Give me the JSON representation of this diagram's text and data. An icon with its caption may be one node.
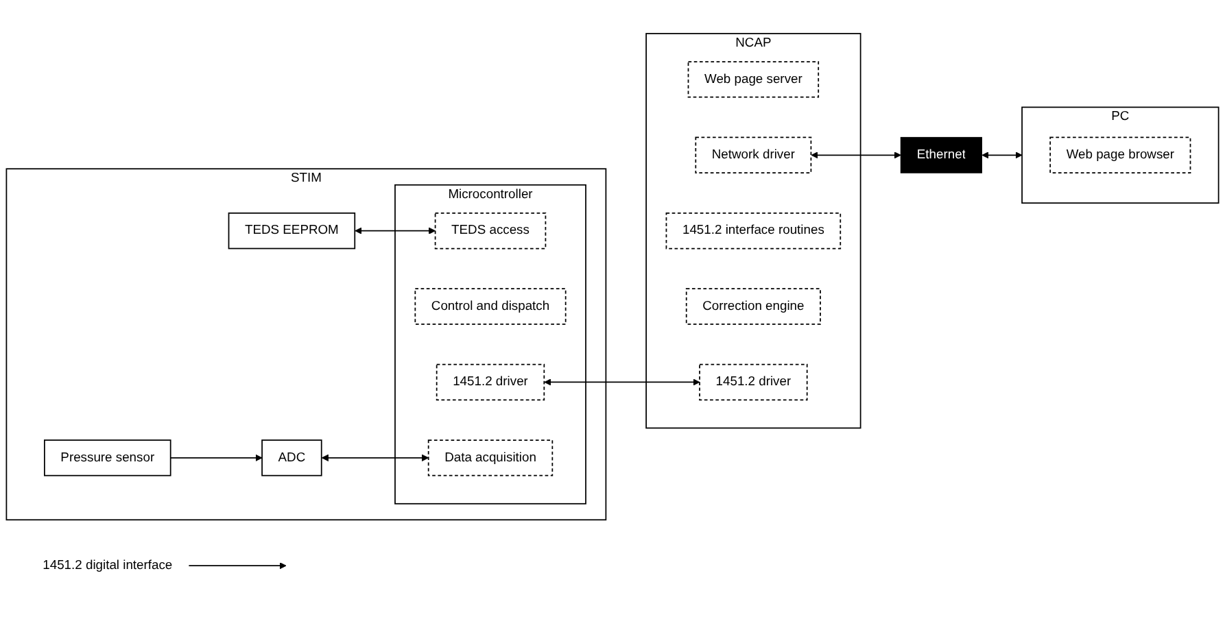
{
  "diagram": {
    "nodes": [
      {
        "text": [
          "STIM"
        ]
      },
      {
        "text": [
          "TEDS EEPROM"
        ],
        "in": 0
      },
      {
        "text": [
          "ADC"
        ],
        "in": 0
      },
      {
        "text": [
          "Pressure sensor"
        ],
        "in": 0
      },
      {
        "text": [
          "Microcontroller"
        ],
        "in": 0
      },
      {
        "text": [
          "TEDS access"
        ],
        "in": 4
      },
      {
        "text": [
          "Control and dispatch"
        ],
        "in": 4
      },
      {
        "text": [
          "1451.2 driver"
        ],
        "in": 4
      },
      {
        "text": [
          "Data acquisition"
        ],
        "in": 4
      },
      {
        "text": [
          "NCAP"
        ]
      },
      {
        "text": [
          "Web page server"
        ],
        "in": 9
      },
      {
        "text": [
          "Network driver"
        ],
        "in": 9
      },
      {
        "text": [
          "1451.2 interface routines"
        ],
        "in": 9
      },
      {
        "text": [
          "Correction engine"
        ],
        "in": 9
      },
      {
        "text": [
          "1451.2 driver"
        ],
        "in": 9
      },
      {
        "text": [
          "Ethernet"
        ]
      },
      {
        "text": [
          "PC"
        ]
      },
      {
        "text": [
          "Web page browser"
        ],
        "in": 16
      },
      {
        "text": [
          "1451.2 digital interface"
        ]
      }
    ],
    "edges": [
      {
        "from": 1,
        "to": 5,
        "arrow": "both"
      },
      {
        "from": 3,
        "to": 2,
        "arrow": "to"
      },
      {
        "from": 2,
        "to": 8,
        "arrow": "both"
      },
      {
        "from": 7,
        "to": 14,
        "arrow": "both"
      },
      {
        "from": 11,
        "to": 15,
        "arrow": "both"
      },
      {
        "from": 15,
        "to": 16,
        "arrow": "both"
      },
      {
        "from": 18,
        "to": null,
        "arrow": "to"
      }
    ]
  }
}
